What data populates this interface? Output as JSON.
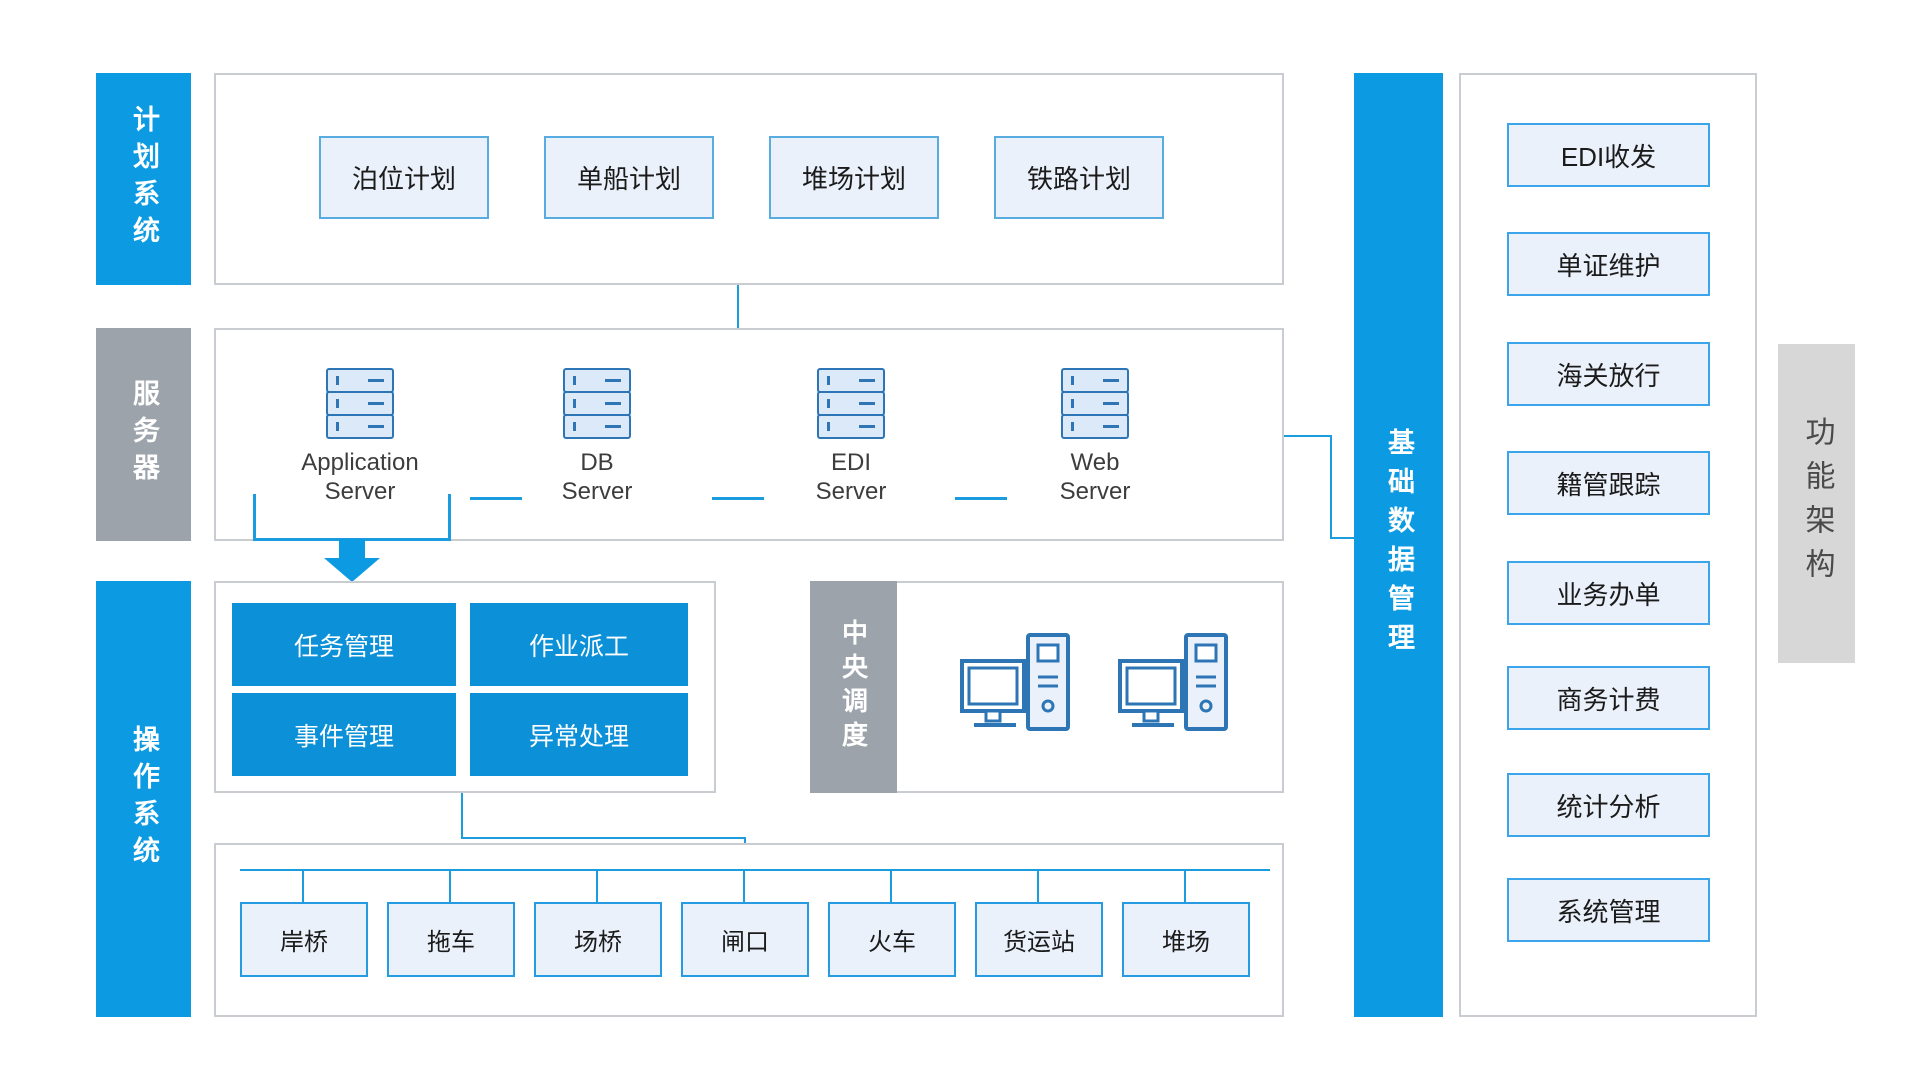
{
  "colors": {
    "accent_blue": "#0C9BE2",
    "button_blue": "#0C90D8",
    "line_blue": "#1B9CDF",
    "bar_gray": "#9CA3AB",
    "arch_bar_gray": "#D7D7D7",
    "item_box_fill": "#EAF1FA",
    "icon_stroke": "#2E75B6",
    "icon_fill": "#DCE9F8"
  },
  "left_bars": {
    "planning": "计划系统",
    "server": "服务器",
    "operation": "操作系统"
  },
  "planning": {
    "items": [
      "泊位计划",
      "单船计划",
      "堆场计划",
      "铁路计划"
    ]
  },
  "servers": {
    "items": [
      "Application\nServer",
      "DB\nServer",
      "EDI\nServer",
      "Web\nServer"
    ]
  },
  "operations": {
    "buttons": [
      "任务管理",
      "作业派工",
      "事件管理",
      "异常处理"
    ]
  },
  "central": {
    "label": "中央调度"
  },
  "equipment": {
    "items": [
      "岸桥",
      "拖车",
      "场桥",
      "闸口",
      "火车",
      "货运站",
      "堆场"
    ]
  },
  "base_data": {
    "label": "基础数据管理"
  },
  "functions": {
    "items": [
      "EDI收发",
      "单证维护",
      "海关放行",
      "籍管跟踪",
      "业务办单",
      "商务计费",
      "统计分析",
      "系统管理"
    ]
  },
  "arch": {
    "label": "功能架构"
  }
}
